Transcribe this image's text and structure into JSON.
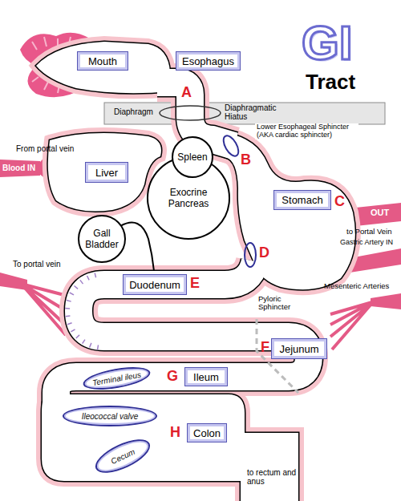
{
  "diagram": {
    "title": "GI",
    "nodes": [
      {
        "text": [
          "Mouth"
        ]
      },
      {
        "text": [
          "Esophagus"
        ]
      },
      {
        "text": [
          "Liver"
        ]
      },
      {
        "text": [
          "Stomach"
        ]
      },
      {
        "text": [
          "Spleen"
        ]
      },
      {
        "text": [
          "Exocrine Pancreas"
        ]
      },
      {
        "text": [
          "Gall Bladder"
        ]
      },
      {
        "text": [
          "Duodenum"
        ]
      },
      {
        "text": [
          "Jejunum"
        ]
      },
      {
        "text": [
          "Ileum"
        ]
      },
      {
        "text": [
          "Terminal ileus"
        ]
      },
      {
        "text": [
          "Ileococcal valve"
        ]
      },
      {
        "text": [
          "Cecum"
        ]
      },
      {
        "text": [
          "Colon"
        ]
      }
    ],
    "labels": [
      "Tract",
      "A",
      "Diaphragm",
      "Diaphragmatic Hiatus",
      "From portal vein",
      "Blood IN",
      "Lower Esophageal Sphincter (AKA cardiac sphincter)",
      "B",
      "C",
      "OUT",
      "to Portal Vein",
      "Gastric Artery IN",
      "D",
      "Pyloric Sphincter",
      "E",
      "To portal vein",
      "Mesenteric Arteries",
      "F",
      "G",
      "H",
      "to rectum and anus"
    ]
  }
}
